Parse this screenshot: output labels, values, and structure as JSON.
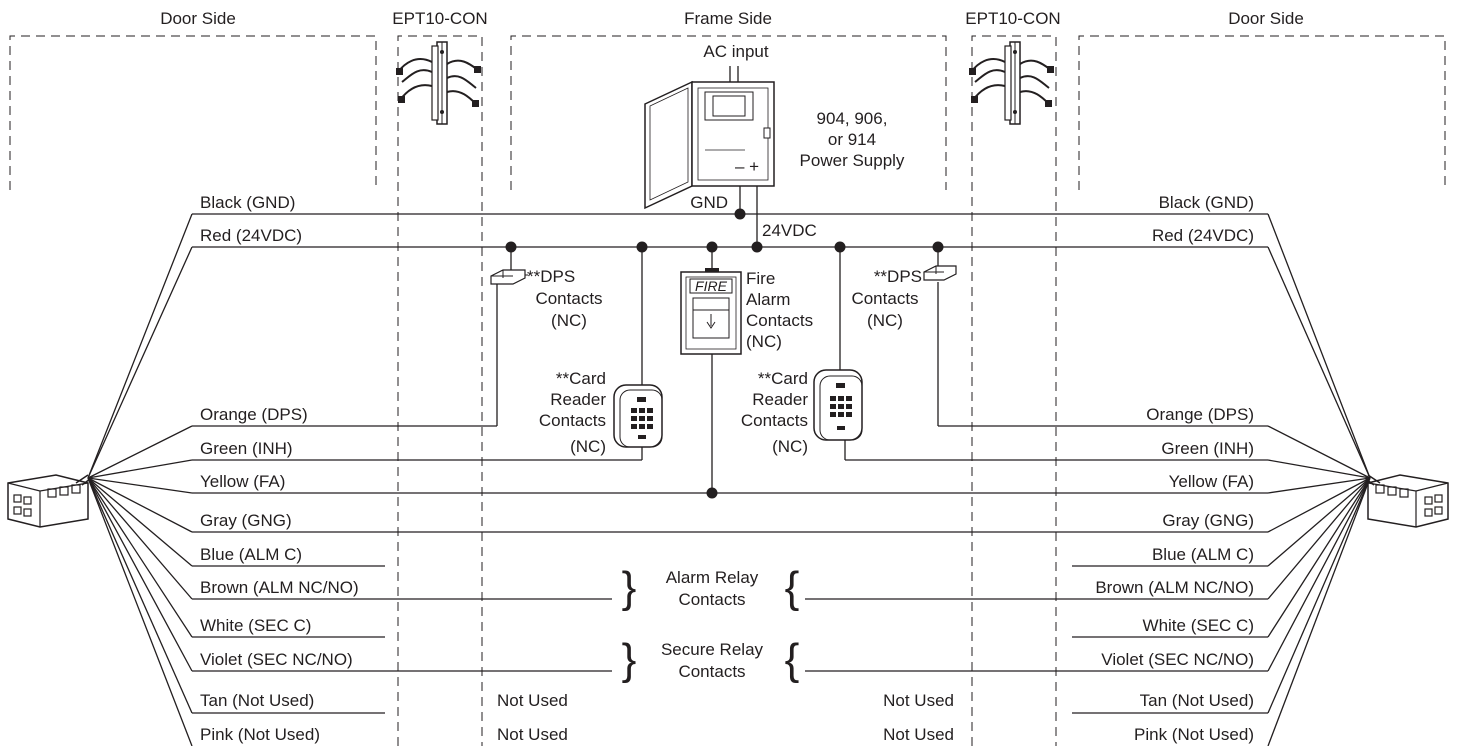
{
  "zones": {
    "left_door": "Door Side",
    "left_con": "EPT10-CON",
    "frame": "Frame Side",
    "right_con": "EPT10-CON",
    "right_door": "Door Side"
  },
  "power": {
    "ac_input": "AC input",
    "model_line1": "904, 906,",
    "model_line2": "or 914",
    "model_line3": "Power Supply",
    "terminals": "–  +",
    "gnd_label": "GND",
    "vdc_label": "24VDC"
  },
  "wires": [
    {
      "label": "Black (GND)"
    },
    {
      "label": "Red (24VDC)"
    },
    {
      "label": "Orange (DPS)"
    },
    {
      "label": "Green (INH)"
    },
    {
      "label": "Yellow (FA)"
    },
    {
      "label": "Gray (GNG)"
    },
    {
      "label": "Blue (ALM C)"
    },
    {
      "label": "Brown (ALM NC/NO)"
    },
    {
      "label": "White (SEC C)"
    },
    {
      "label": "Violet (SEC NC/NO)"
    },
    {
      "label": "Tan (Not Used)"
    },
    {
      "label": "Pink (Not Used)"
    }
  ],
  "dps": {
    "line1": "**DPS",
    "line2": "Contacts",
    "line3": "(NC)"
  },
  "card_reader": {
    "line1": "**Card",
    "line2": "Reader",
    "line3": "Contacts",
    "line4": "(NC)"
  },
  "fire_alarm": {
    "panel_text": "FIRE",
    "line1": "Fire",
    "line2": "Alarm",
    "line3": "Contacts",
    "line4": "(NC)"
  },
  "relays": {
    "alarm_line1": "Alarm Relay",
    "alarm_line2": "Contacts",
    "secure_line1": "Secure Relay",
    "secure_line2": "Contacts"
  },
  "not_used": "Not Used"
}
